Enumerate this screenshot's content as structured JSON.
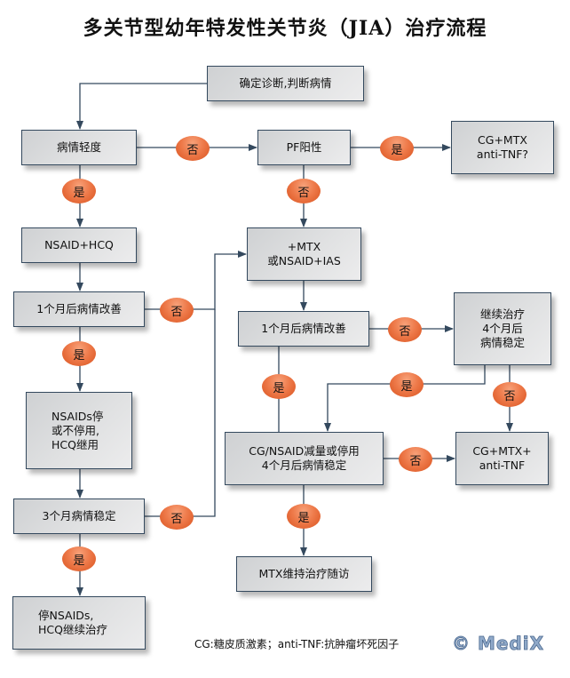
{
  "title": "多关节型幼年特发性关节炎（JIA）治疗流程",
  "nodes": {
    "diagnose": "确定诊断,判断病情",
    "mild": "病情轻度",
    "pf_positive": "PF阳性",
    "cg_mtx_antitnf_q": "CG+MTX\nanti-TNF?",
    "nsaid_hcq": "NSAID+HCQ",
    "mtx_or_ias": "+MTX\n或NSAID+IAS",
    "improve_1m_left": "1个月后病情改善",
    "improve_1m_right": "1个月后病情改善",
    "continue_4m": "继续治疗\n4个月后\n病情稳定",
    "nsaids_stop": "NSAIDs停\n或不停用,\nHCQ继用",
    "cg_nsaid_reduce": "CG/NSAID减量或停用\n4个月后病情稳定",
    "cg_mtx_antitnf": "CG+MTX+\nanti-TNF",
    "stable_3m": "3个月病情稳定",
    "mtx_maintain": "MTX维持治疗随访",
    "stop_nsaids_hcq": "停NSAIDs,\nHCQ继续治疗"
  },
  "decisions": {
    "yes": "是",
    "no": "否"
  },
  "footnote": "CG:糖皮质激素；anti-TNF:抗肿瘤坏死因子",
  "logo": "© MediX",
  "colors": {
    "line": "#34495e",
    "oval": "#ee7a4a",
    "box": "#dcdddf"
  }
}
